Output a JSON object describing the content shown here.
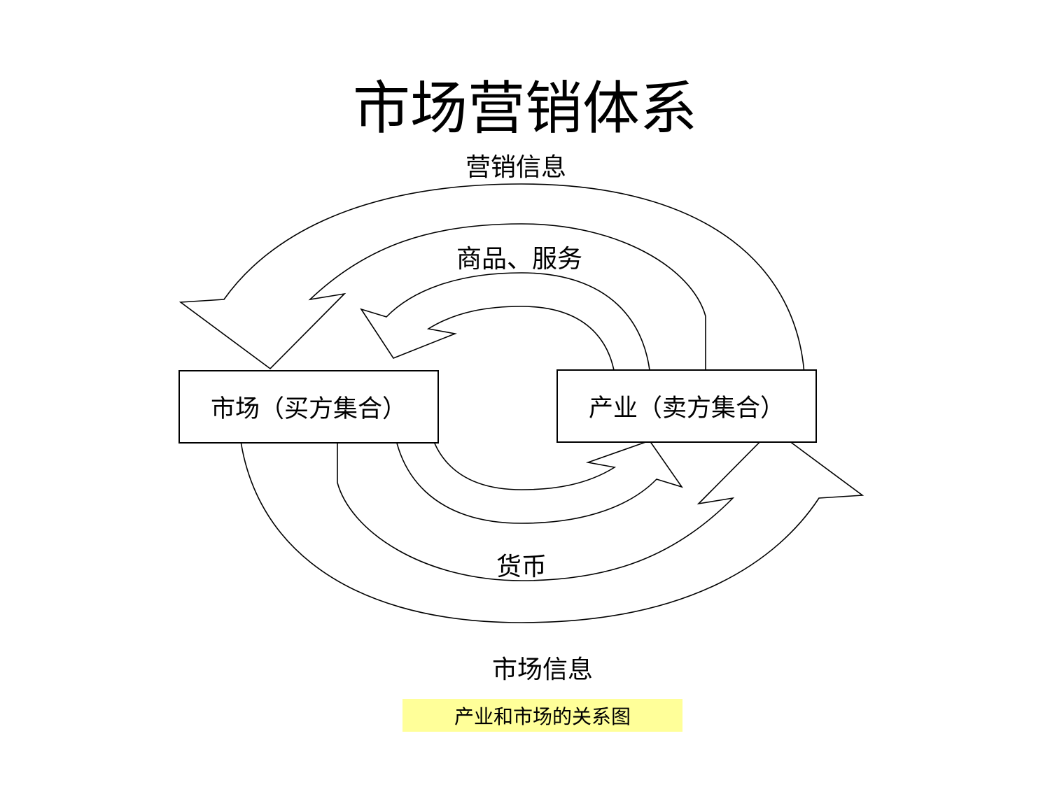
{
  "page": {
    "title": "市场营销体系",
    "background_color": "#FFFFFF"
  },
  "diagram": {
    "line_color": "#000000",
    "flow_labels": {
      "marketing_info": "营销信息",
      "goods_services": "商品、服务",
      "money": "货币",
      "market_info": "市场信息"
    },
    "nodes": {
      "market": "市场（买方集合）",
      "industry": "产业（卖方集合）"
    },
    "arrows": [
      {
        "name": "outer-top-arrow",
        "direction": "industry-to-market",
        "label": "营销信息"
      },
      {
        "name": "inner-top-arrow",
        "direction": "industry-to-market",
        "label": "商品、服务"
      },
      {
        "name": "inner-bottom-arrow",
        "direction": "market-to-industry",
        "label": "货币"
      },
      {
        "name": "outer-bottom-arrow",
        "direction": "market-to-industry",
        "label": "市场信息"
      }
    ]
  },
  "caption": {
    "text": "产业和市场的关系图",
    "background_color": "#FFFF99"
  }
}
